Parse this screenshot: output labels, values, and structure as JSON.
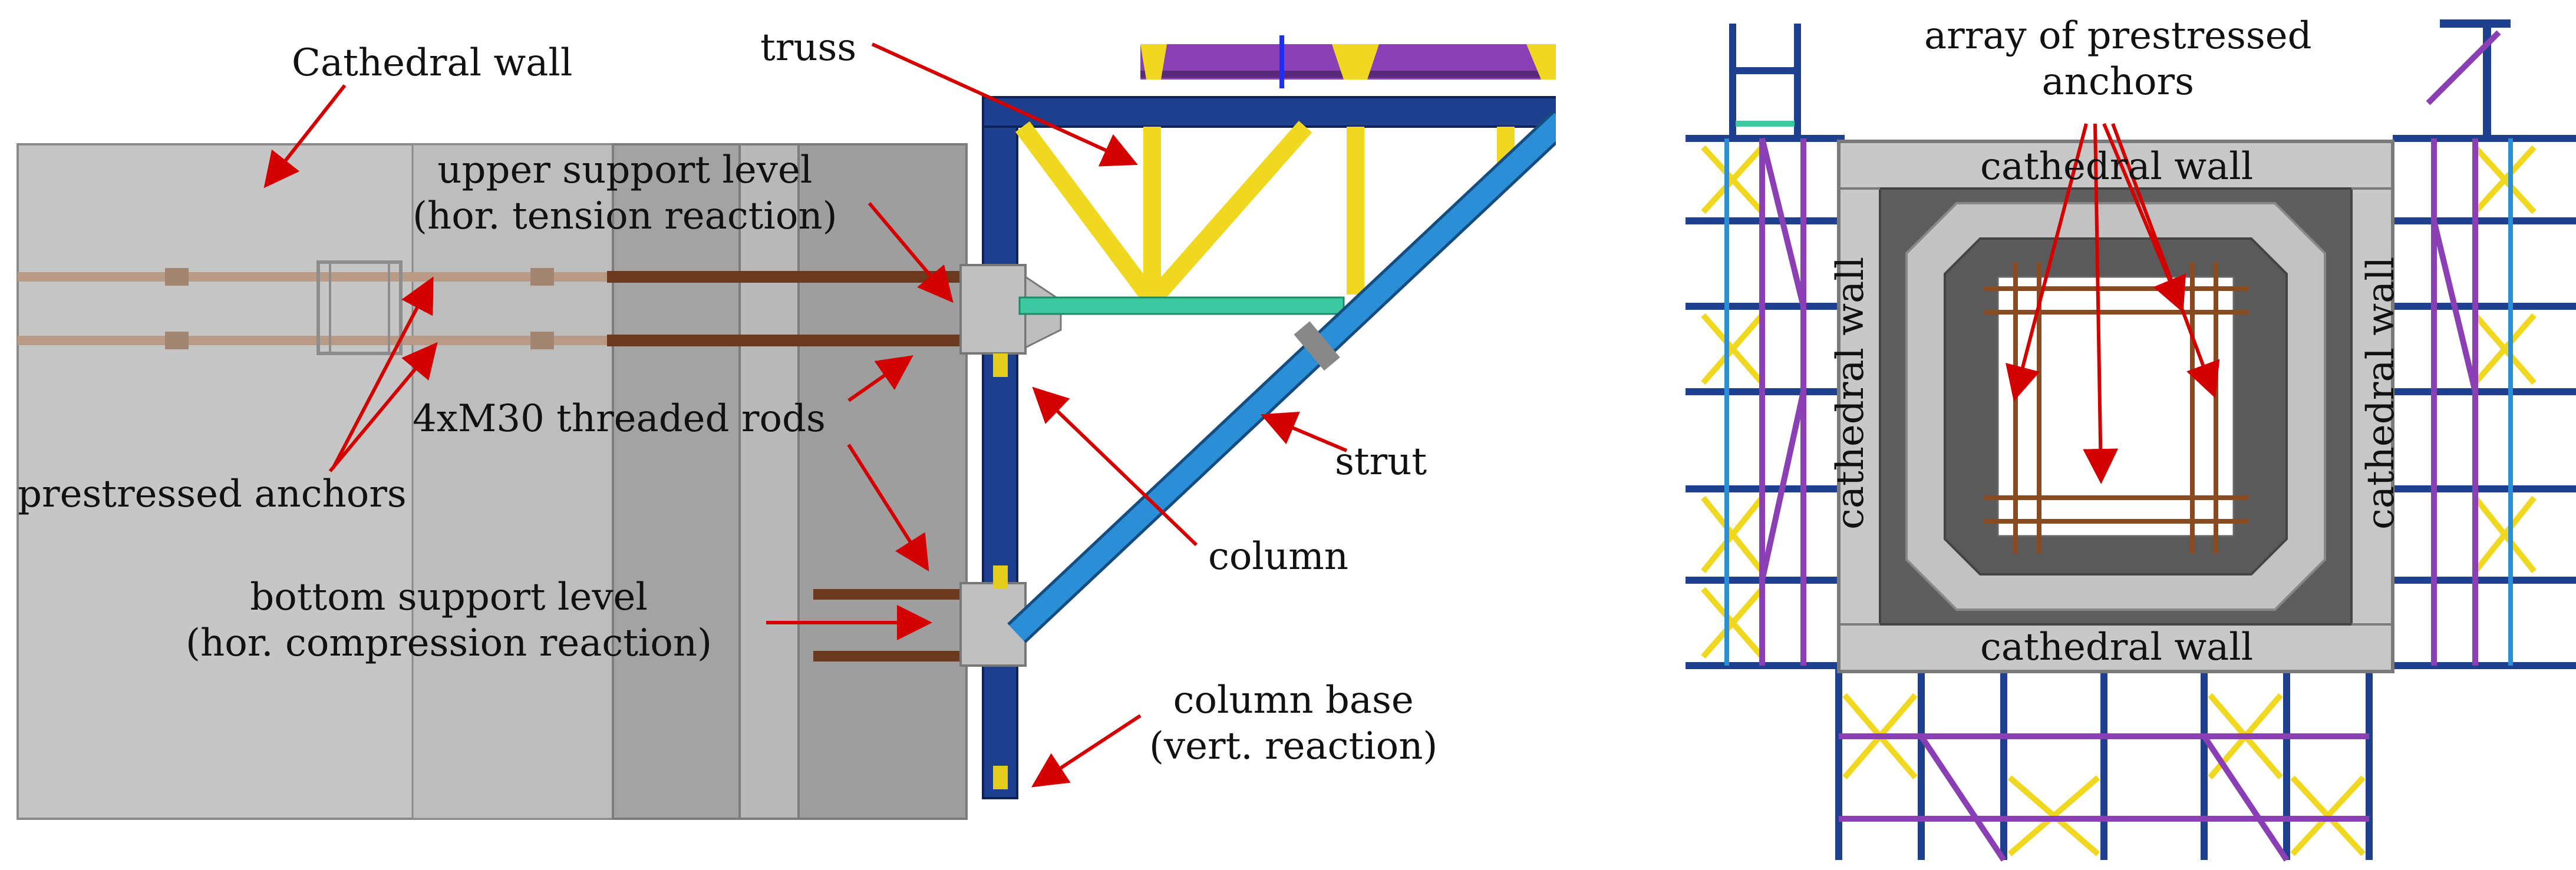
{
  "left": {
    "labels": {
      "cathedral_wall": "Cathedral wall",
      "truss": "truss",
      "upper_support_1": "upper support level",
      "upper_support_2": "(hor. tension reaction)",
      "threaded_rods": "4xM30 threaded rods",
      "prestressed_anchors": "prestressed anchors",
      "strut": "strut",
      "column": "column",
      "bottom_support_1": "bottom support level",
      "bottom_support_2": "(hor. compression reaction)",
      "column_base_1": "column base",
      "column_base_2": "(vert. reaction)"
    }
  },
  "right": {
    "labels": {
      "array_1": "array of prestressed",
      "array_2": "anchors",
      "wall_top": "cathedral wall",
      "wall_bottom": "cathedral wall",
      "wall_left": "cathedral wall",
      "wall_right": "cathedral wall"
    }
  },
  "colors": {
    "arrow": "#d40000",
    "column": "#1f3f8f",
    "truss": "#f0d820",
    "strut": "#2a8fd6",
    "tie": "#3cc9a0",
    "purple": "#8a3fb5",
    "rod": "#6b3a1e",
    "wall_light": "#c8c8c8",
    "wall_mid": "#b4b4b4",
    "wall_dark": "#9a9a9a"
  }
}
